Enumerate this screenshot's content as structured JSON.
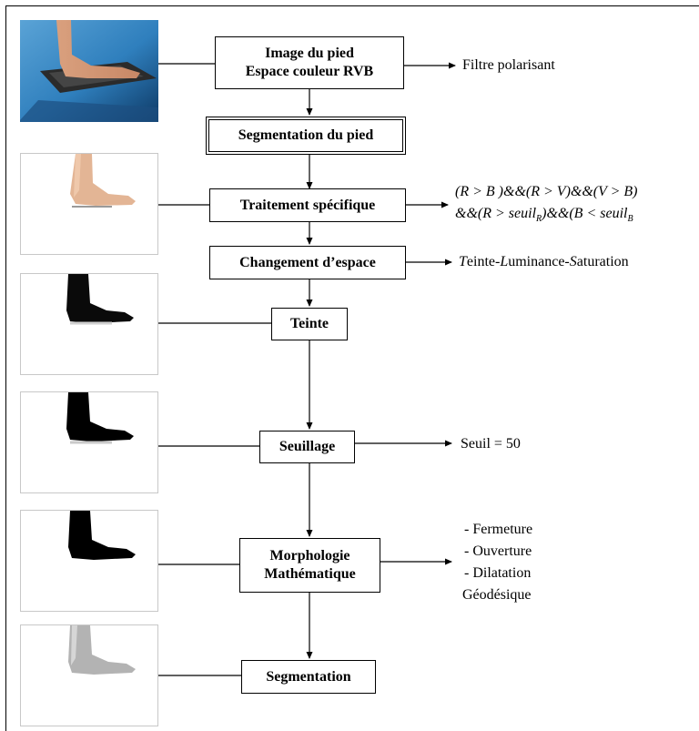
{
  "steps": {
    "image": [
      "Image du pied",
      "Espace couleur RVB"
    ],
    "segmentation_pied": "Segmentation du pied",
    "traitement": "Traitement spécifique",
    "changement": "Changement d’espace",
    "teinte": "Teinte",
    "seuillage": "Seuillage",
    "morphologie": [
      "Morphologie",
      "Mathématique"
    ],
    "segmentation": "Segmentation"
  },
  "notes": {
    "filtre": "Filtre polarisant",
    "condition_1": "(R > B )&&(R > V)&&(V > B)",
    "condition_2": {
      "a": "&&(R > seuil",
      "sub_r": "R",
      "b": ")&&(B < seuil",
      "sub_b": "B"
    },
    "tls": [
      {
        "cap": "T",
        "rest": "einte-"
      },
      {
        "cap": "L",
        "rest": "uminance-"
      },
      {
        "cap": "S",
        "rest": "aturation"
      }
    ],
    "seuil": "Seuil = 50",
    "morpho_ops": [
      "- Fermeture",
      "- Ouverture",
      "- Dilatation",
      "Géodésique"
    ]
  },
  "thumbnails": [
    {
      "name": "photo-pied-rvb",
      "style": "photo"
    },
    {
      "name": "thumb-pied-segmente",
      "style": "skin"
    },
    {
      "name": "thumb-teinte",
      "style": "dark"
    },
    {
      "name": "thumb-seuillage",
      "style": "black"
    },
    {
      "name": "thumb-morphologie",
      "style": "black"
    },
    {
      "name": "thumb-segmentation",
      "style": "gray"
    }
  ],
  "colors": {
    "line": "#000000",
    "thumb_border": "#c8c8c8",
    "photo_bg": "#3a8fc9",
    "skin": "#e3b595",
    "gray_foot": "#b3b3b3"
  }
}
